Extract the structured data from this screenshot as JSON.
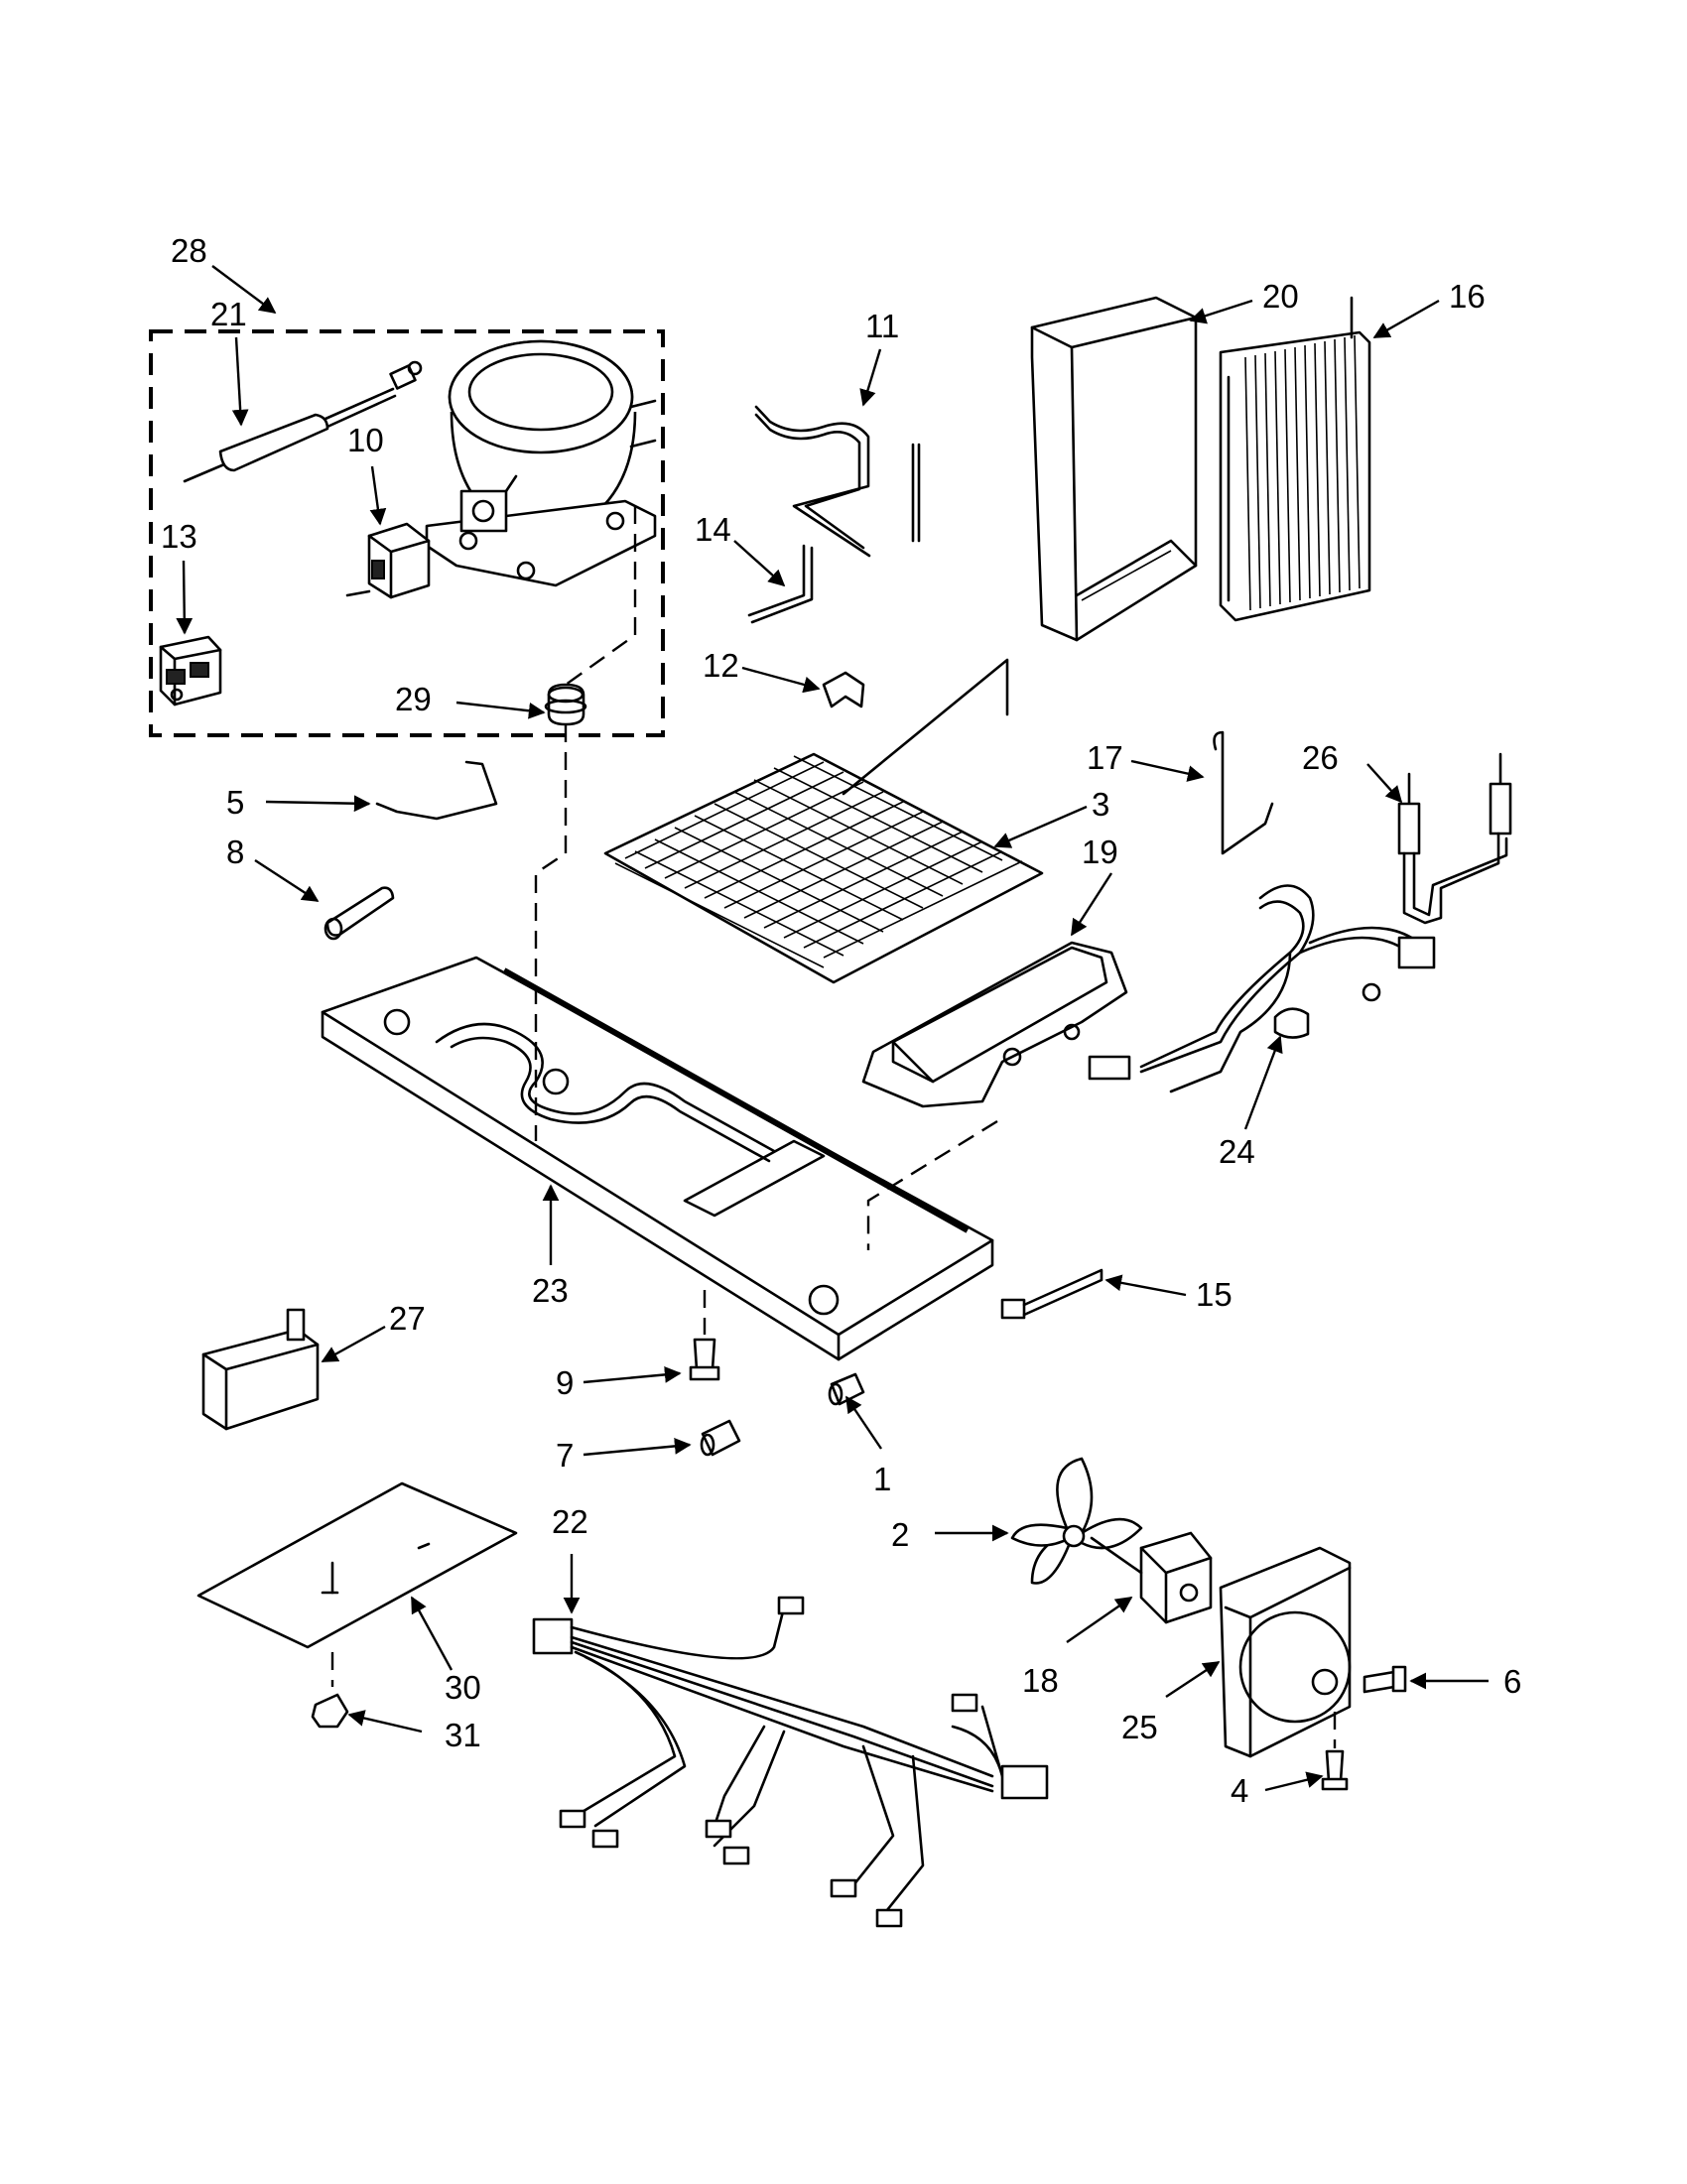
{
  "callouts": [
    "1",
    "2",
    "3",
    "4",
    "5",
    "6",
    "7",
    "8",
    "9",
    "10",
    "11",
    "12",
    "13",
    "14",
    "15",
    "16",
    "17",
    "18",
    "19",
    "20",
    "21",
    "22",
    "23",
    "24",
    "25",
    "26",
    "27",
    "28",
    "29",
    "30",
    "31"
  ],
  "colors": {
    "line": "#000000",
    "background": "#ffffff"
  }
}
